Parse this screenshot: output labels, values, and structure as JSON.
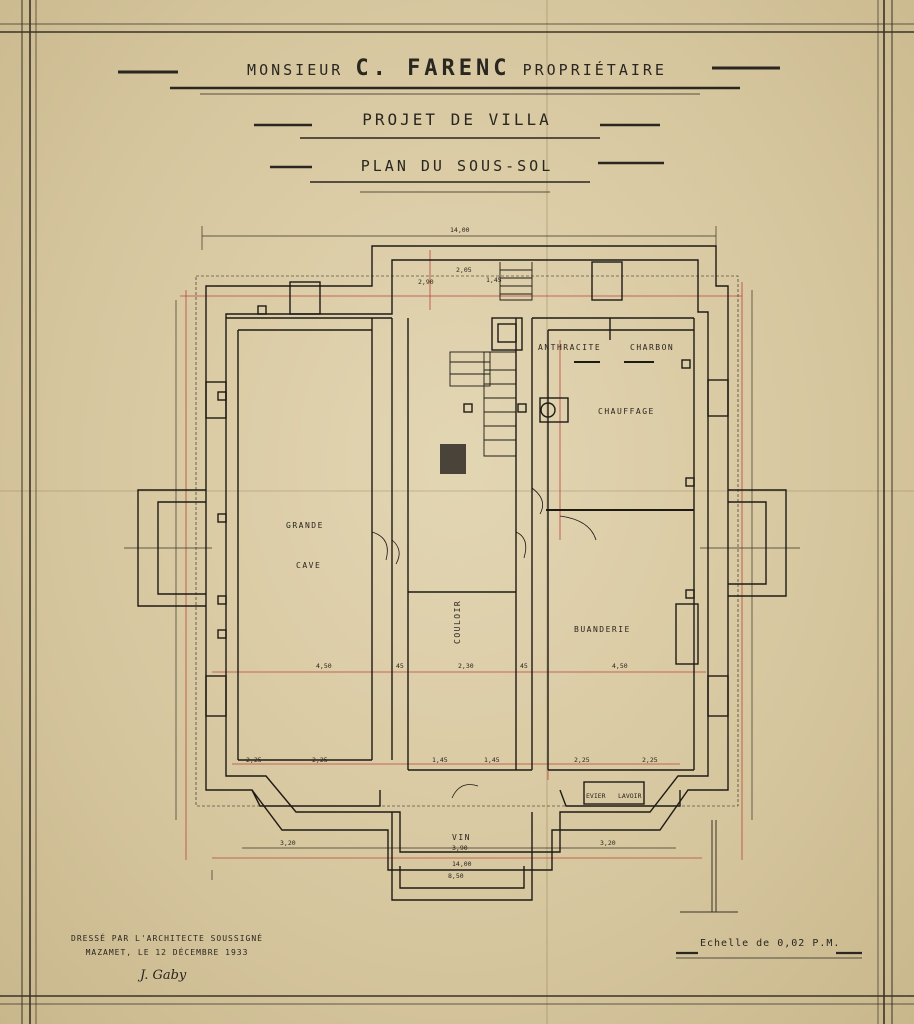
{
  "header": {
    "line1_prefix": "Monsieur",
    "line1_name": "C. FARENC",
    "line1_suffix": "Propriétaire",
    "project": "Projet de Villa",
    "plan": "Plan du Sous-Sol"
  },
  "rooms": {
    "grande": "GRANDE",
    "cave": "CAVE",
    "anthracite": "ANTHRACITE",
    "charbon": "CHARBON",
    "chauffage": "CHAUFFAGE",
    "couloir": "COULOIR",
    "buanderie": "BUANDERIE",
    "vin": "VIN",
    "evier": "EVIER",
    "lavoir": "LAVOIR"
  },
  "dimensions": {
    "overall_width": "14,00",
    "w450_left": "4,50",
    "w45_a": "45",
    "w230": "2,30",
    "w45_b": "45",
    "w450_right": "4,50",
    "w225_a": "2,25",
    "w225_b": "2,25",
    "w145_a": "1,45",
    "w145_b": "1,45",
    "w225_c": "2,25",
    "w225_d": "2,25",
    "w205": "2,05",
    "w145_top": "1,45",
    "w290": "2,90",
    "w320_left": "3,20",
    "w320_right": "3,20",
    "w390": "3,90",
    "w1400_bottom": "14,00",
    "w850": "8,50"
  },
  "credit": {
    "line1": "Dressé par l'Architecte soussigné",
    "line2": "Mazamet, le 12 Décembre 1933"
  },
  "signature": "J. Gaby",
  "scale": "Echelle de 0,02 P.M."
}
